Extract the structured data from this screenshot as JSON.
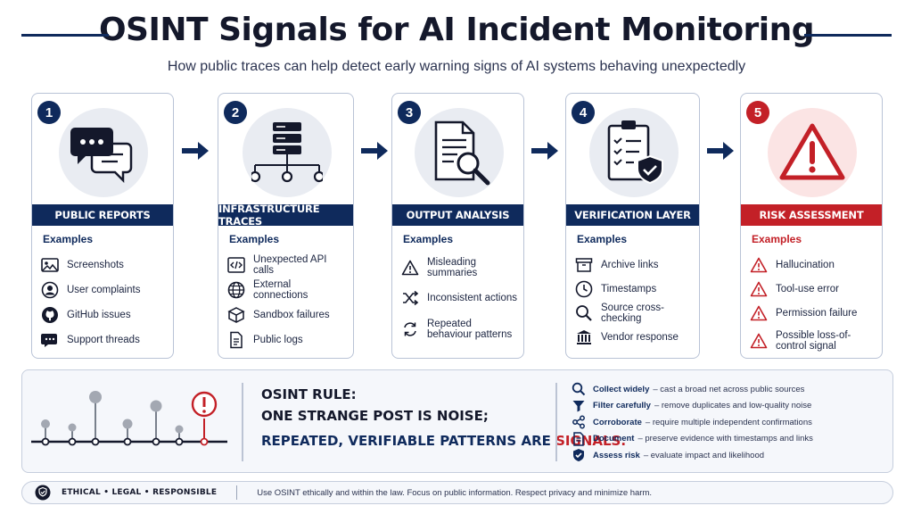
{
  "header": {
    "title": "OSINT Signals for AI Incident Monitoring",
    "subtitle": "How public traces can help detect early warning signs of AI systems behaving unexpectedly"
  },
  "colors": {
    "navy": "#0f2a5c",
    "red": "#c32027",
    "border": "#b9c3d6",
    "icon_bg": "#e9ecf2"
  },
  "examples_label": "Examples",
  "cards": [
    {
      "number": "1",
      "title": "PUBLIC REPORTS",
      "icon": "chat-bubbles-icon",
      "items": [
        {
          "icon": "image-icon",
          "label": "Screenshots"
        },
        {
          "icon": "user-icon",
          "label": "User complaints"
        },
        {
          "icon": "github-icon",
          "label": "GitHub issues"
        },
        {
          "icon": "chat-icon",
          "label": "Support threads"
        }
      ]
    },
    {
      "number": "2",
      "title": "INFRASTRUCTURE TRACES",
      "icon": "server-network-icon",
      "items": [
        {
          "icon": "code-icon",
          "label": "Unexpected API calls"
        },
        {
          "icon": "globe-icon",
          "label": "External connections"
        },
        {
          "icon": "sandbox-icon",
          "label": "Sandbox failures"
        },
        {
          "icon": "document-icon",
          "label": "Public logs"
        }
      ]
    },
    {
      "number": "3",
      "title": "OUTPUT ANALYSIS",
      "icon": "document-magnifier-icon",
      "items": [
        {
          "icon": "warning-icon",
          "label": "Misleading summaries"
        },
        {
          "icon": "shuffle-icon",
          "label": "Inconsistent actions"
        },
        {
          "icon": "repeat-icon",
          "label": "Repeated behaviour patterns"
        }
      ]
    },
    {
      "number": "4",
      "title": "VERIFICATION LAYER",
      "icon": "clipboard-check-icon",
      "items": [
        {
          "icon": "archive-icon",
          "label": "Archive links"
        },
        {
          "icon": "clock-icon",
          "label": "Timestamps"
        },
        {
          "icon": "search-icon",
          "label": "Source cross-checking"
        },
        {
          "icon": "bank-icon",
          "label": "Vendor response"
        }
      ]
    },
    {
      "number": "5",
      "title": "RISK ASSESSMENT",
      "icon": "alert-triangle-icon",
      "items": [
        {
          "icon": "warning-icon",
          "label": "Hallucination"
        },
        {
          "icon": "warning-icon",
          "label": "Tool-use error"
        },
        {
          "icon": "warning-icon",
          "label": "Permission failure"
        },
        {
          "icon": "warning-icon",
          "label": "Possible loss-of-control signal"
        }
      ]
    }
  ],
  "rule": {
    "heading": "OSINT RULE:",
    "line1": "ONE STRANGE POST IS NOISE;",
    "line2_part1": "REPEATED, VERIFIABLE PATTERNS ARE ",
    "line2_part2": "SIGNALS."
  },
  "steps": [
    {
      "icon": "search-icon",
      "title": "Collect widely",
      "desc": "– cast a broad net across public sources"
    },
    {
      "icon": "filter-icon",
      "title": "Filter carefully",
      "desc": "– remove duplicates and low-quality noise"
    },
    {
      "icon": "share-icon",
      "title": "Corroborate",
      "desc": "– require multiple independent confirmations"
    },
    {
      "icon": "document-icon",
      "title": "Document",
      "desc": "– preserve evidence with timestamps and links"
    },
    {
      "icon": "shield-check-icon",
      "title": "Assess risk",
      "desc": "– evaluate impact and likelihood"
    }
  ],
  "footer": {
    "tag": "ETHICAL • LEGAL • RESPONSIBLE",
    "note": "Use OSINT ethically and within the law. Focus on public information. Respect privacy and minimize harm."
  }
}
